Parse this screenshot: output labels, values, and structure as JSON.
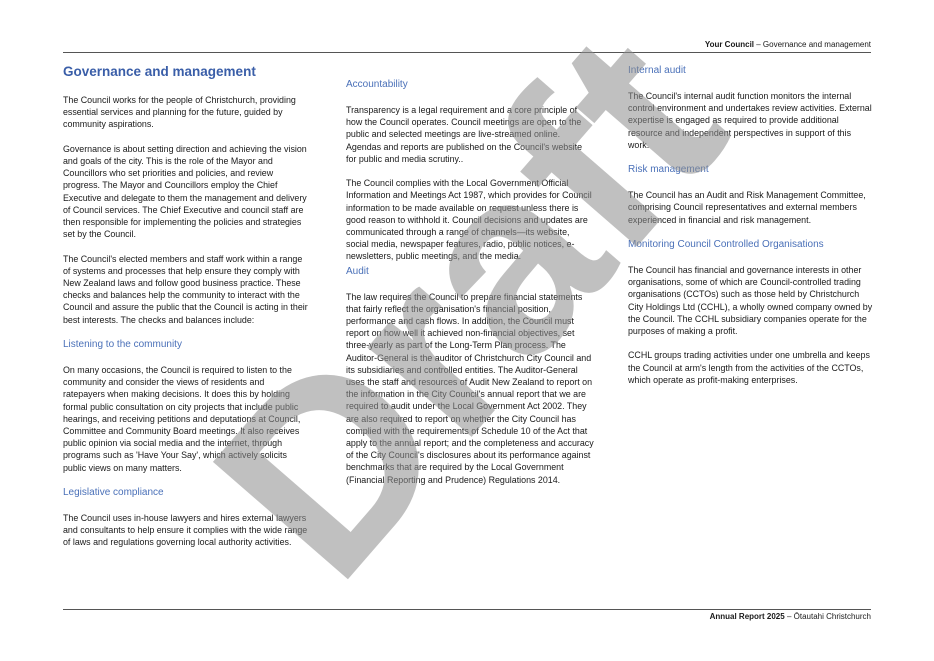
{
  "header": {
    "section": "Your Council",
    "sep": " – ",
    "subsection": "Governance and management"
  },
  "footer": {
    "report": "Annual Report 2025",
    "sep": " – ",
    "city": "Ōtautahi Christchurch"
  },
  "watermark": "Draft",
  "col1": {
    "title": "Governance and management",
    "p1": "The Council works for the people of Christchurch, providing essential services and planning for the future, guided by community aspirations.",
    "p2": "Governance is about setting direction and achieving the vision and goals of the city. This is the role of the Mayor and Councillors who set priorities and policies, and review progress. The Mayor and Councillors employ the Chief Executive and delegate to them the management and delivery of Council services. The Chief Executive and council staff are then responsible for implementing the policies and strategies set by the Council.",
    "p3": "The Council's elected members and staff work within a range of systems and processes that help ensure they comply with New Zealand laws and follow good business practice. These checks and balances help the community to interact with the Council and assure the public that the Council is acting in their best interests. The checks and balances include:",
    "h_listening": "Listening to the community",
    "p_listening": "On many occasions, the Council is required to listen to the community and consider the views of residents and ratepayers when making decisions. It does this by holding formal public consultation on city projects that include public hearings, and receiving petitions and deputations at Council, Committee and Community Board meetings. It also receives public opinion via social media and the internet, through programs such as 'Have Your Say', which actively solicits public views on many matters.",
    "h_legislative": "Legislative compliance",
    "p_legislative": "The Council uses in-house lawyers and hires external lawyers and consultants to help ensure it complies with the wide range of laws and regulations governing local authority activities."
  },
  "col2": {
    "h_accountability": "Accountability",
    "p_acc1": "Transparency is a legal requirement and a core principle of how the Council operates. Council meetings are open to the public and selected meetings are live-streamed online. Agendas and reports are published on the Council's website for public and media scrutiny..",
    "p_acc2": "The Council complies with the Local Government Official Information and Meetings Act 1987, which provides for Council information to be made available on request unless there is good reason to withhold it. Council decisions and updates are communicated through a range of channels—its website, social media, newspaper features, radio, public notices, e-newsletters, public meetings, and the media.",
    "h_audit": "Audit",
    "p_audit": "The law requires the Council to prepare financial statements that fairly reflect the organisation's financial position, performance and cash flows. In addition, the Council must report on how well it achieved non-financial objectives, set three-yearly as part of the Long-Term Plan process. The Auditor-General is the auditor of Christchurch City Council and its subsidiaries and controlled entities. The Auditor-General uses the staff and resources of Audit New Zealand to report on the information in the City Council's annual report that we are required to audit under the Local Government Act 2002. They are also required to report on whether the City Council has complied with the requirements of Schedule 10 of the Act that apply to the annual report; and the completeness and accuracy of the City Council's disclosures about its performance against benchmarks that are required by the Local Government (Financial Reporting and Prudence) Regulations 2014."
  },
  "col3": {
    "h_internal": "Internal audit",
    "p_internal": "The Council's internal audit function monitors the internal control environment and undertakes review activities. External expertise is engaged as required to provide additional resource and independent perspectives in support of this work.",
    "h_risk": "Risk management",
    "p_risk": "The Council has an Audit and Risk Management Committee, comprising Council representatives and external members experienced in financial and risk management.",
    "h_monitoring": "Monitoring Council Controlled Organisations",
    "p_mon1": "The Council has financial and governance interests in other organisations, some of which are Council-controlled trading organisations (CCTOs) such as those held by Christchurch City Holdings Ltd (CCHL), a wholly owned company owned by the Council.  The CCHL subsidiary companies operate for the purposes of making a profit.",
    "p_mon2": "CCHL groups trading activities under one umbrella and keeps the Council at arm's length from the activities of the CCTOs, which operate as profit-making enterprises."
  }
}
